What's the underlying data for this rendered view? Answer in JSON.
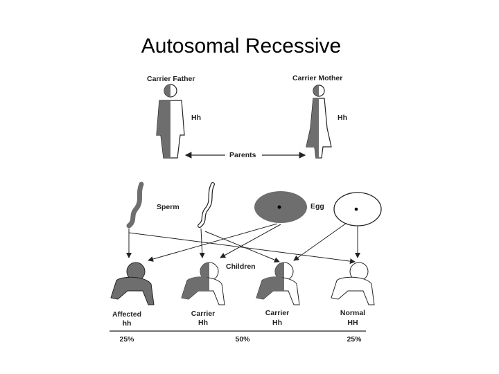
{
  "title": "Autosomal Recessive",
  "parents": {
    "father": {
      "label": "Carrier Father",
      "genotype": "Hh"
    },
    "mother": {
      "label": "Carrier Mother",
      "genotype": "Hh"
    },
    "label": "Parents"
  },
  "gametes": {
    "sperm_label": "Sperm",
    "egg_label": "Egg"
  },
  "children_label": "Children",
  "children": [
    {
      "status": "Affected",
      "genotype": "hh"
    },
    {
      "status": "Carrier",
      "genotype": "Hh"
    },
    {
      "status": "Carrier",
      "genotype": "Hh"
    },
    {
      "status": "Normal",
      "genotype": "HH"
    }
  ],
  "percentages": [
    "25%",
    "50%",
    "25%"
  ],
  "colors": {
    "dark": "#6e6e6e",
    "light": "#ffffff",
    "line": "#222222"
  }
}
